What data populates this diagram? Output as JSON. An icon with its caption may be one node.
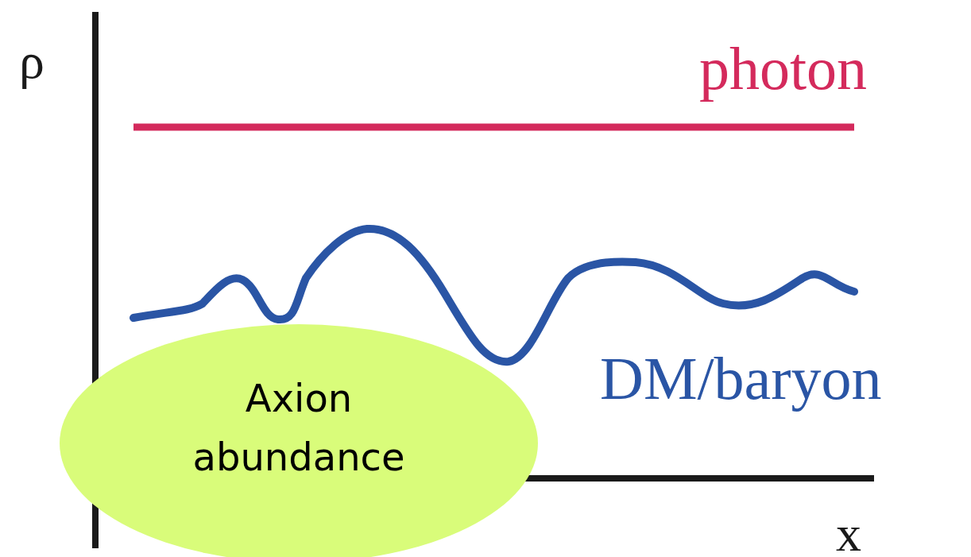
{
  "diagram": {
    "nodes": [
      {
        "text": [
          "Axion abundance"
        ]
      }
    ],
    "labels": [
      "ρ",
      "photon",
      "DM/baryon",
      "x"
    ]
  }
}
